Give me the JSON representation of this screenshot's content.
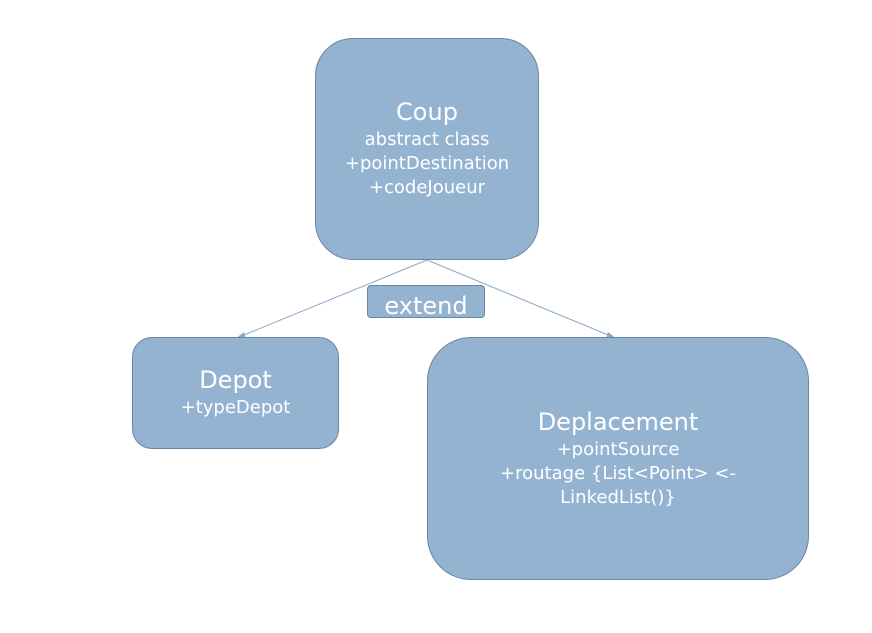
{
  "colors": {
    "node_fill": "#94b3d1",
    "node_border": "#6a86a3",
    "text": "#ffffff",
    "connector": "#8aaac8"
  },
  "nodes": {
    "coup": {
      "title": "Coup",
      "lines": [
        "abstract class",
        "+pointDestination",
        "+codeJoueur"
      ]
    },
    "depot": {
      "title": "Depot",
      "lines": [
        "+typeDepot"
      ]
    },
    "deplacement": {
      "title": "Deplacement",
      "lines": [
        "+pointSource",
        "+routage {List<Point> <- LinkedList()}"
      ]
    }
  },
  "edges": [
    {
      "from": "coup",
      "to": "depot"
    },
    {
      "from": "coup",
      "to": "deplacement"
    }
  ],
  "edge_label": "extend"
}
